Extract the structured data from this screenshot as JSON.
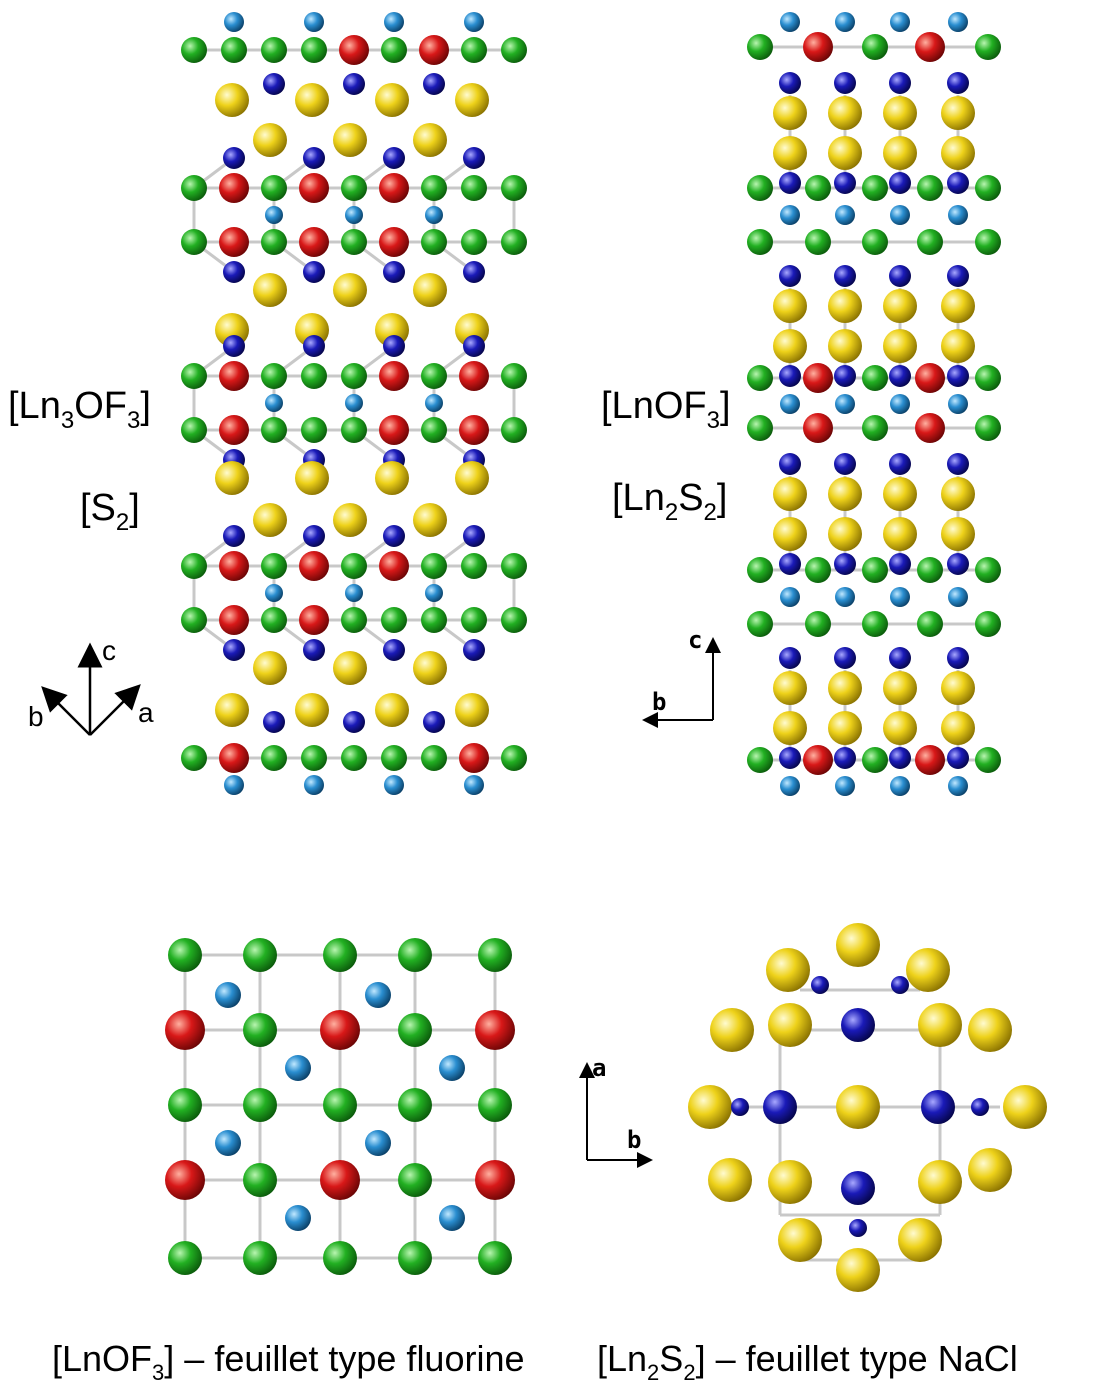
{
  "labels": {
    "ln3of3": {
      "open": "[Ln",
      "s1": "3",
      "mid": "OF",
      "s2": "3",
      "close": "]"
    },
    "s2": {
      "open": "[S",
      "s1": "2",
      "close": "]"
    },
    "lnof3": {
      "open": "[LnOF",
      "s1": "3",
      "close": "]"
    },
    "ln2s2": {
      "open": "[Ln",
      "s1": "2",
      "mid": "S",
      "s2": "2",
      "close": "]"
    }
  },
  "axes_left": {
    "c": "c",
    "b": "b",
    "a": "a"
  },
  "axes_right": {
    "c": "c",
    "b": "b"
  },
  "axes_bottom": {
    "a": "a",
    "b": "b"
  },
  "captions": {
    "left": {
      "open": "[LnOF",
      "s1": "3",
      "rest": "] – feuillet type fluorine"
    },
    "right": {
      "open": "[Ln",
      "s1": "2",
      "mid": "S",
      "s2": "2",
      "rest": "] – feuillet type NaCl"
    }
  },
  "colors": {
    "green": "#22b022",
    "red": "#d81818",
    "navy": "#1a1ab8",
    "lightblue": "#2a8ed0",
    "yellow": "#eed21a",
    "bond": "#c8c8c8"
  }
}
